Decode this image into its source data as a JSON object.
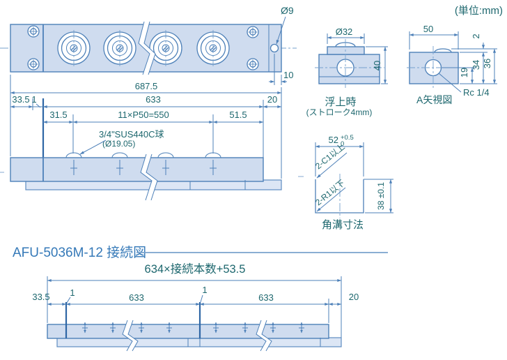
{
  "note_units": "(単位:mm)",
  "colors": {
    "line": "#4d80b8",
    "line_dark": "#2e66a5",
    "fill_body": "#cfdcef",
    "fill_rail": "#dce6f5",
    "text": "#1d676e",
    "title": "#3579b8"
  },
  "top_view": {
    "hole_dia": "Ø9",
    "hole_offset": "10",
    "overall": "687.5",
    "left_margin": "33.5",
    "joint_gap": "1",
    "rail_length": "633",
    "right_margin": "20",
    "first_pitch": "31.5",
    "pitch": "11×P50=550",
    "last_pitch": "51.5",
    "ball_label": "3/4\"SUS440C球",
    "ball_dia": "(Ø19.05)"
  },
  "float_view": {
    "ball_dia": "Ø32",
    "height": "40",
    "caption": "浮上時",
    "caption_sub": "(ストローク4mm)"
  },
  "a_view": {
    "width": "50",
    "protrusion": "2",
    "body_height": "34",
    "total_height": "36",
    "hole_height": "19",
    "thread": "Rc 1/4",
    "caption": "A矢視図"
  },
  "groove_view": {
    "width": "52",
    "width_tol_upper": "+0.5",
    "width_tol_lower": "0",
    "chamfer": "2-C1以上",
    "fillet": "2-R1以下",
    "depth": "38 ±0.1",
    "caption": "角溝寸法"
  },
  "connection": {
    "title": "AFU-5036M-12 接続図",
    "formula": "634×接続本数+53.5",
    "left_margin": "33.5",
    "joint1": "1",
    "span1": "633",
    "joint2": "1",
    "span2": "633",
    "right_margin": "20"
  }
}
